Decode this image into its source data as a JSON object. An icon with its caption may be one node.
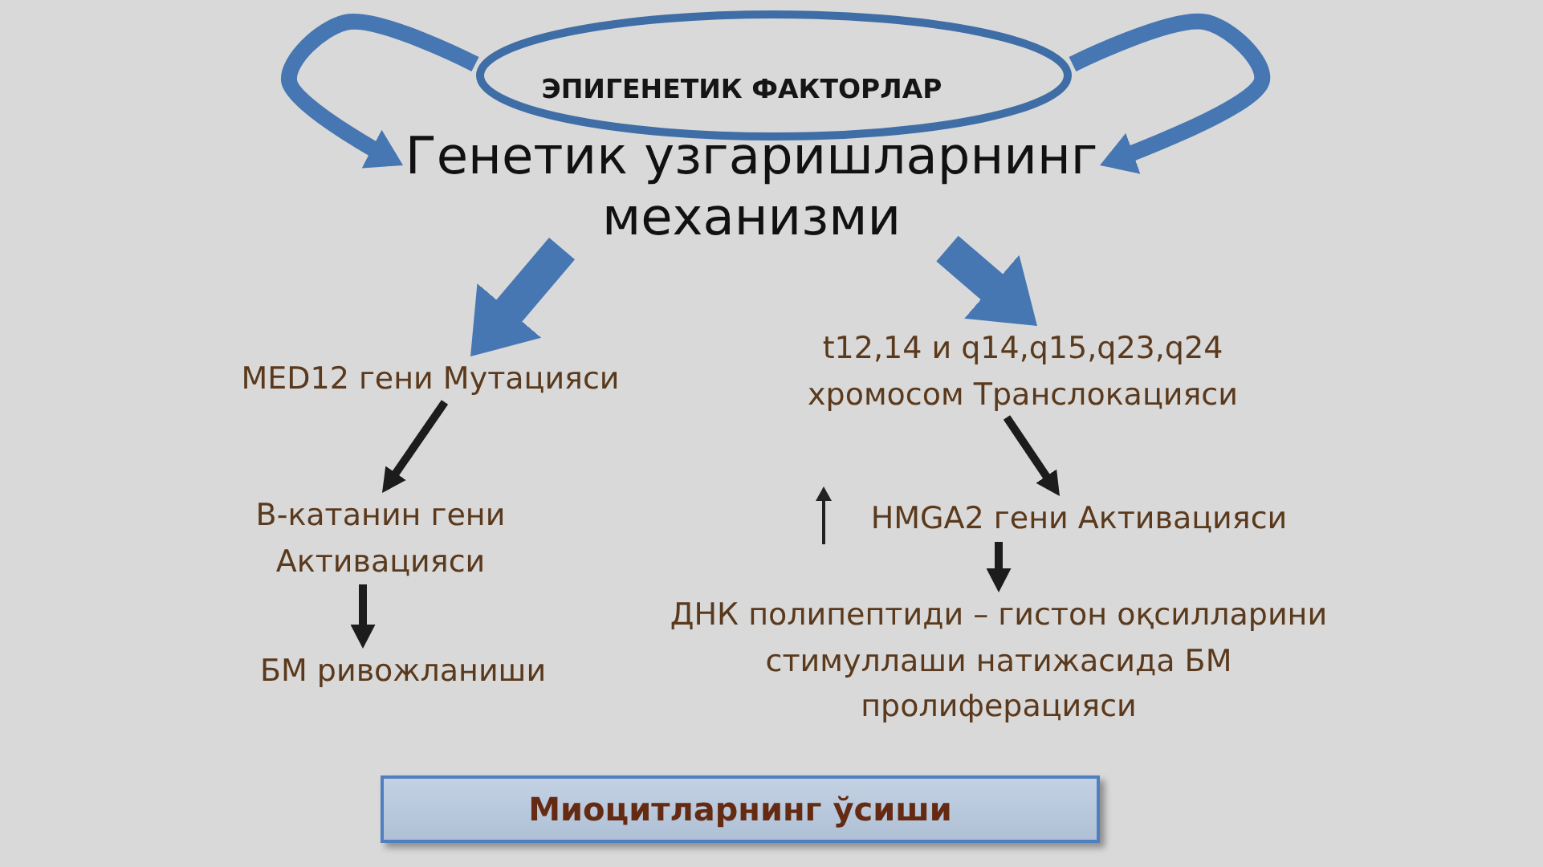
{
  "diagram": {
    "nodes": [
      {
        "text": [
          "ЭПИГЕНЕТИК ФАКТОРЛАР"
        ]
      },
      {
        "text": [
          "Генетик узгаришларнинг механизми"
        ]
      },
      {
        "text": [
          "MED12 гени Мутацияси"
        ]
      },
      {
        "text": [
          "t12,14 и q14,q15,q23,q24 хромосом Транслокацияси"
        ]
      },
      {
        "text": [
          "В-катанин гени Активацияси"
        ]
      },
      {
        "text": [
          "HMGA2 гени Активацияси"
        ]
      },
      {
        "text": [
          "БМ ривожланиши"
        ]
      },
      {
        "text": [
          "ДНК полипептиди – гистон оқсилларини стимуллаши натижасида БМ пролиферацияси"
        ]
      },
      {
        "text": [
          "Миоцитларнинг ўсиши"
        ]
      }
    ],
    "edges": [
      {
        "from": 0,
        "to": 1,
        "arrow": "to",
        "style": "thick",
        "color": "#4677b3"
      },
      {
        "from": 0,
        "to": 1,
        "arrow": "to",
        "style": "thick",
        "color": "#4677b3"
      },
      {
        "from": 1,
        "to": 2,
        "arrow": "to",
        "style": "thick",
        "color": "#4677b3"
      },
      {
        "from": 1,
        "to": 3,
        "arrow": "to",
        "style": "thick",
        "color": "#4677b3"
      },
      {
        "from": 2,
        "to": 4,
        "arrow": "to",
        "color": "#1c1c1c"
      },
      {
        "from": 4,
        "to": 6,
        "arrow": "to",
        "color": "#1c1c1c"
      },
      {
        "from": 3,
        "to": 5,
        "arrow": "to",
        "color": "#1c1c1c"
      },
      {
        "from": 5,
        "to": 7,
        "arrow": "to",
        "color": "#1c1c1c"
      }
    ]
  }
}
